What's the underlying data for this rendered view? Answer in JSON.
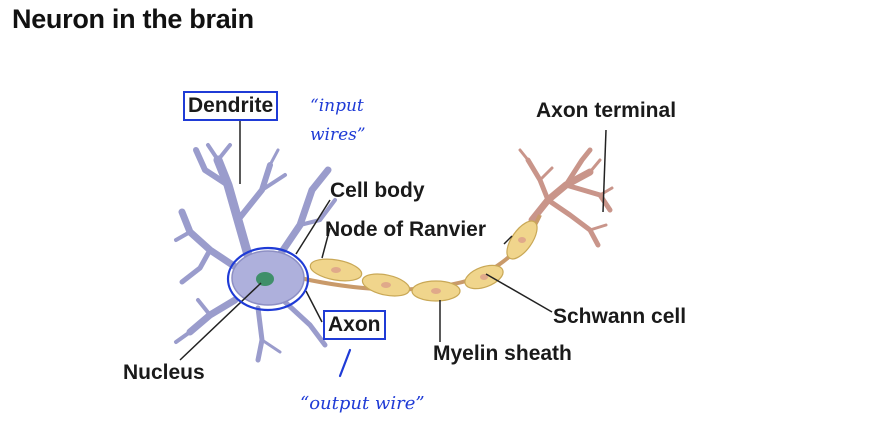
{
  "title": "Neuron in the brain",
  "labels": {
    "dendrite": "Dendrite",
    "cell_body": "Cell body",
    "node_of_ranvier": "Node of Ranvier",
    "axon_terminal": "Axon terminal",
    "schwann_cell": "Schwann cell",
    "myelin_sheath": "Myelin sheath",
    "axon": "Axon",
    "nucleus": "Nucleus"
  },
  "annotations": {
    "input_wires": "“input wires”",
    "output_wire": "“output wire”"
  },
  "colors": {
    "dendrite": "#9a9ccc",
    "soma": "#aeb0dc",
    "nucleus": "#3f8f6a",
    "myelin": "#f0d58c",
    "terminal": "#c9958a",
    "annotation": "#1f3bd6"
  }
}
